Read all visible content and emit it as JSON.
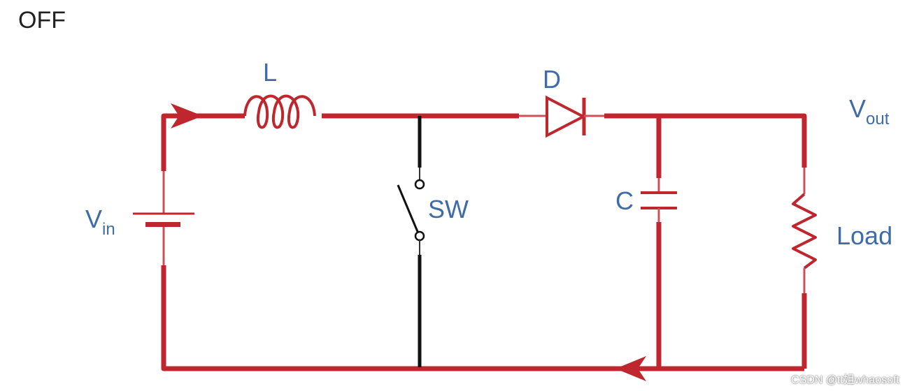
{
  "state_label": "OFF",
  "components": {
    "inductor": "L",
    "diode": "D",
    "switch": "SW",
    "capacitor": "C",
    "load": "Load"
  },
  "source": {
    "symbol": "V",
    "subscript": "in"
  },
  "output": {
    "symbol": "V",
    "subscript": "out"
  },
  "watermark": "CSDN @tt姐whaosoft",
  "colors": {
    "current_path": "#c0262e",
    "wire_thin": "#d0505a",
    "switch": "#111111",
    "label": "#3f6ca8"
  }
}
